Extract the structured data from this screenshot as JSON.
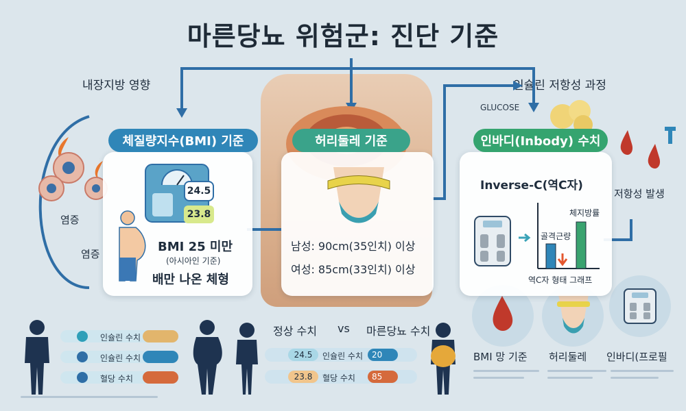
{
  "title": "마른당뇨 위험군: 진단 기준",
  "top_labels": {
    "visceral_fat_effect": "내장지방 영향",
    "insulin_resistance_process": "인슐린 저항성 과정",
    "glucose": "GLUCOSE",
    "resistance_occurs": "저항성 발생",
    "inflammation_1": "염증",
    "inflammation_2": "염증"
  },
  "bmi_card": {
    "banner": "체질량지수(BMI) 기준",
    "scale_value_top": "24.5",
    "scale_value_bottom": "23.8",
    "criterion": "BMI 25 미만",
    "note": "(아시아인 기준)",
    "body_type": "배만 나온 체형"
  },
  "waist_card": {
    "banner": "허리둘레 기준",
    "male": "남성: 90cm(35인치) 이상",
    "female": "여성: 85cm(33인치) 이상"
  },
  "inbody_card": {
    "banner": "인바디(Inbody) 수치",
    "heading": "Inverse-C(역C자)",
    "bar_fat_label": "체지방률",
    "bar_muscle_label": "골격근량",
    "caption": "역C자 형태 그래프"
  },
  "bottom_left": {
    "rows": [
      "인슐린 수치",
      "인슐린 수치",
      "혈당 수치"
    ]
  },
  "bottom_middle": {
    "normal": "정상 수치",
    "vs": "vs",
    "diabetic": "마른당뇨 수치",
    "rows": [
      {
        "left": "24.5",
        "label": "인슐린 수치",
        "right": "20"
      },
      {
        "left": "23.8",
        "label": "혈당 수치",
        "right": "85"
      }
    ]
  },
  "bottom_right": {
    "items": [
      "BMI 망 기준",
      "허리둘레",
      "인바디(프로필"
    ]
  },
  "colors": {
    "bmi_banner": "#2f86b8",
    "waist_banner": "#3aa38a",
    "inbody_banner": "#35a46f",
    "arrow": "#2f6ea6",
    "blood": "#c0392b"
  }
}
